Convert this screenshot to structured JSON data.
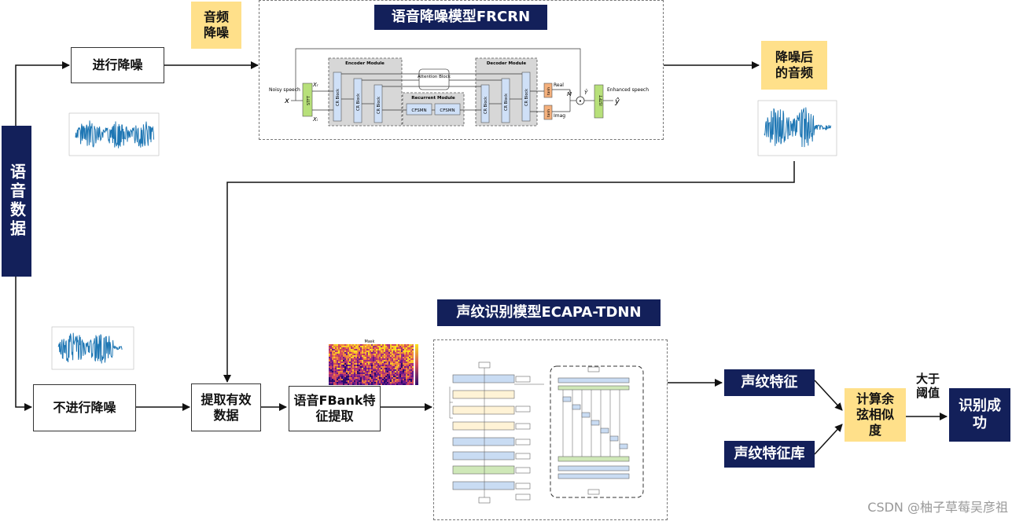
{
  "blocks": {
    "speech_data": "语音数据",
    "denoise": "进行降噪",
    "no_denoise": "不进行降噪",
    "audio_denoise_tag": "音频\n降噪",
    "frcrn_title": "语音降噪模型FRCRN",
    "denoised_audio": "降噪后\n的音频",
    "extract_valid": "提取有效\n数据",
    "fbank": "语音FBank特\n征提取",
    "ecapa_title": "声纹识别模型ECAPA-TDNN",
    "voiceprint_feature": "声纹特征",
    "voiceprint_library": "声纹特征库",
    "cosine": "计算余\n弦相似\n度",
    "threshold": "大于\n阈值",
    "success": "识别成\n功"
  },
  "frcrn": {
    "noisy_speech": "Noisy speech",
    "x": "x",
    "stft": "STFT",
    "xr": "Xᵣ",
    "xi": "Xᵢ",
    "encoder": "Encoder Module",
    "decoder": "Decoder Module",
    "recurrent": "Recurrent Module",
    "attention": "Attention\nBlock",
    "cr_block": "CR Block",
    "cfsmn": "CFSMN",
    "tanh": "tanh",
    "real": "Real",
    "imag": "Imag",
    "m_hat": "M̂",
    "y_hat": "Ŷ",
    "istft": "ISTFT",
    "enhanced": "Enhanced speech",
    "yhat_lower": "ŷ"
  },
  "spectrogram_title": "Mask",
  "watermark": "CSDN @柚子草莓吴彦祖",
  "colors": {
    "navy": "#13205a",
    "yellow": "#ffe08a",
    "wave": "#1f77b4"
  }
}
